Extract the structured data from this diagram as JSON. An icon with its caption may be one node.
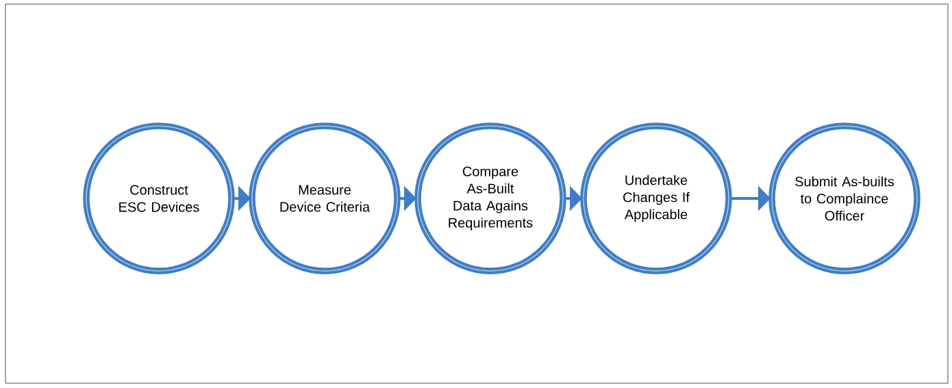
{
  "diagram": {
    "nodes": [
      {
        "text": [
          "Construct ESC Devices"
        ]
      },
      {
        "text": [
          "Measure Device Criteria"
        ]
      },
      {
        "text": [
          "Compare As-Built Data Agains Requirements"
        ]
      },
      {
        "text": [
          "Undertake Changes If Applicable"
        ]
      },
      {
        "text": [
          "Submit As-builts to Complaince Officer"
        ]
      }
    ],
    "edges": [
      {
        "from": 0,
        "to": 1,
        "arrow": "to"
      },
      {
        "from": 1,
        "to": 2,
        "arrow": "to"
      },
      {
        "from": 2,
        "to": 3,
        "arrow": "to"
      },
      {
        "from": 3,
        "to": 4,
        "arrow": "to"
      }
    ]
  }
}
